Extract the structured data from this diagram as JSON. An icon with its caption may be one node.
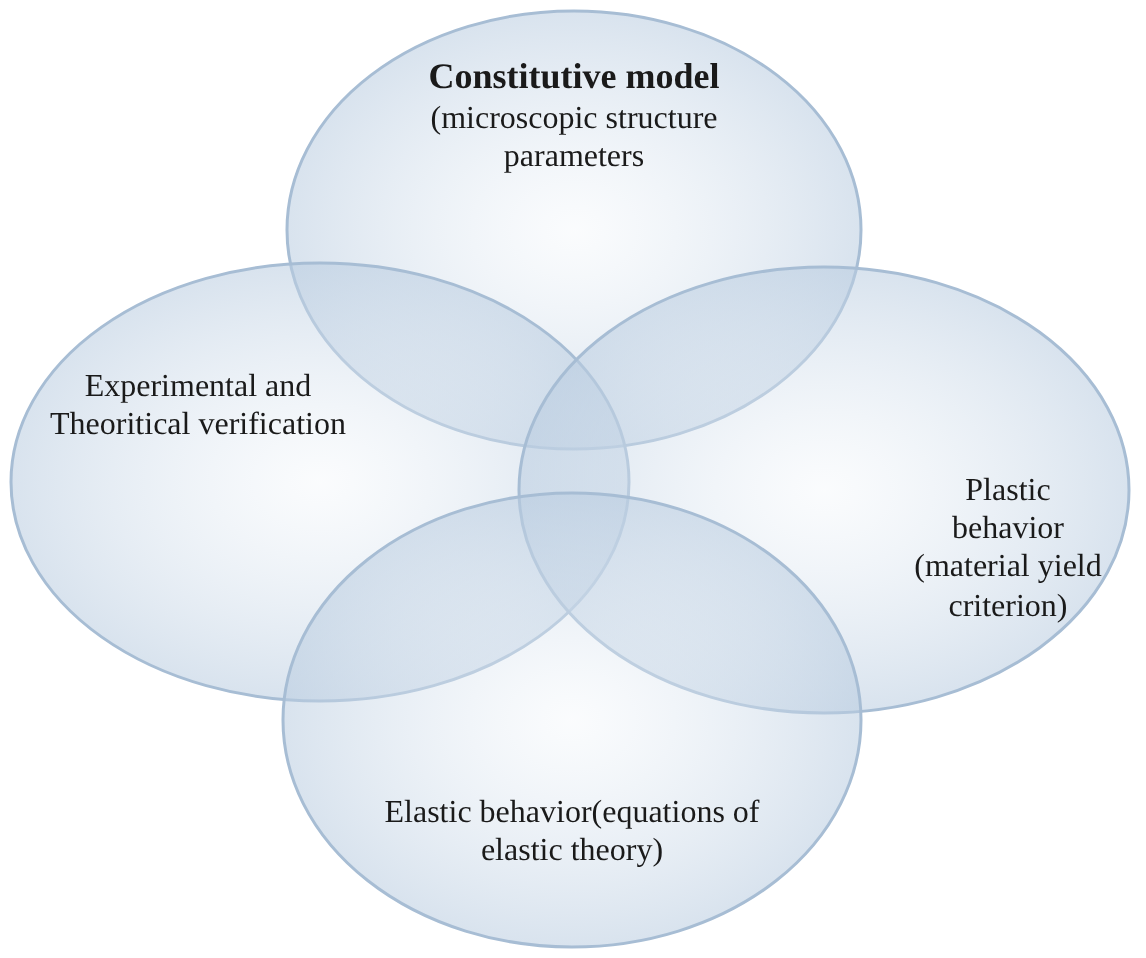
{
  "diagram": {
    "nodes": [
      {
        "text": [
          "Constitutive model",
          "(microscopic structure parameters"
        ]
      },
      {
        "text": [
          "Experimental and Theoritical verification"
        ]
      },
      {
        "text": [
          "Plastic behavior (material yield criterion)"
        ]
      },
      {
        "text": [
          "Elastic behavior(equations of elastic theory)"
        ]
      }
    ]
  }
}
